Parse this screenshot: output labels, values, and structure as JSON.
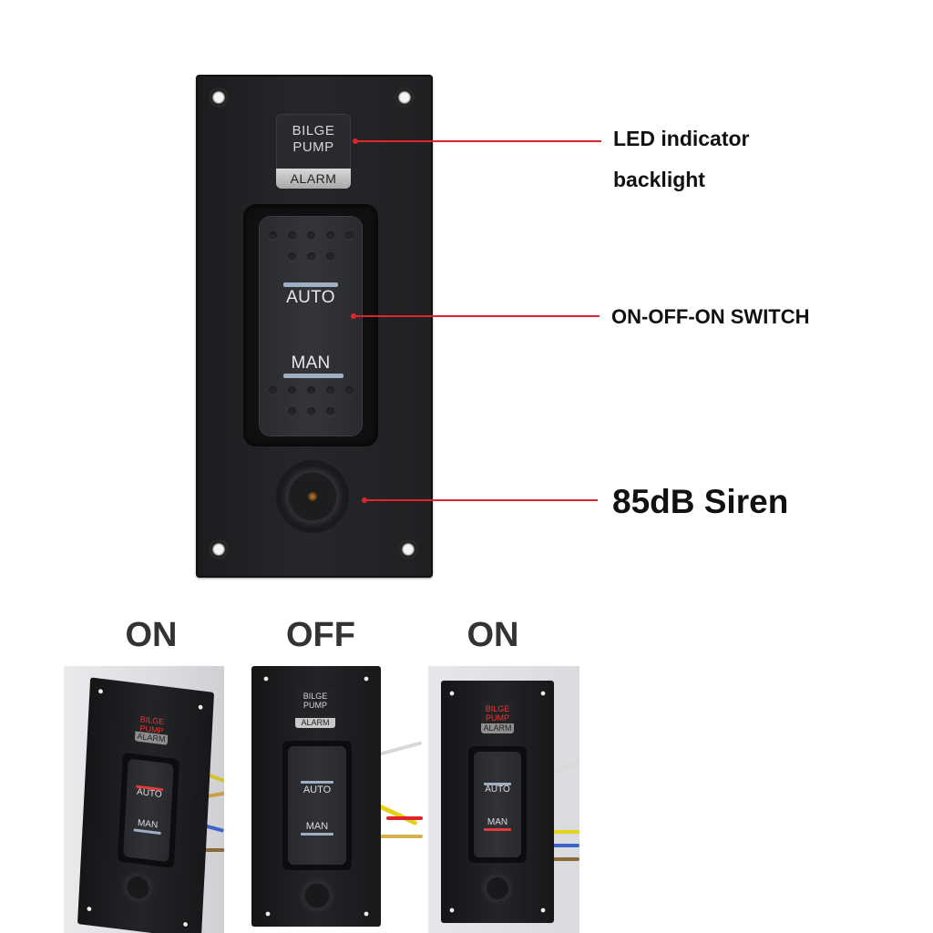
{
  "panel": {
    "label_top": "BILGE\nPUMP",
    "label_top_line1": "BILGE",
    "label_top_line2": "PUMP",
    "label_bottom": "ALARM",
    "switch_upper": "AUTO",
    "switch_lower": "MAN"
  },
  "callouts": {
    "led_line1": "LED indicator",
    "led_line2": "backlight",
    "switch": "ON-OFF-ON SWITCH",
    "siren": "85dB Siren"
  },
  "states": [
    {
      "label": "ON",
      "highlight": "AUTO"
    },
    {
      "label": "OFF",
      "highlight": "none"
    },
    {
      "label": "ON",
      "highlight": "MAN"
    }
  ],
  "colors": {
    "leader": "#e0242b",
    "led_red": "#e23a3a",
    "indicator_bar": "#9fb0c3"
  }
}
